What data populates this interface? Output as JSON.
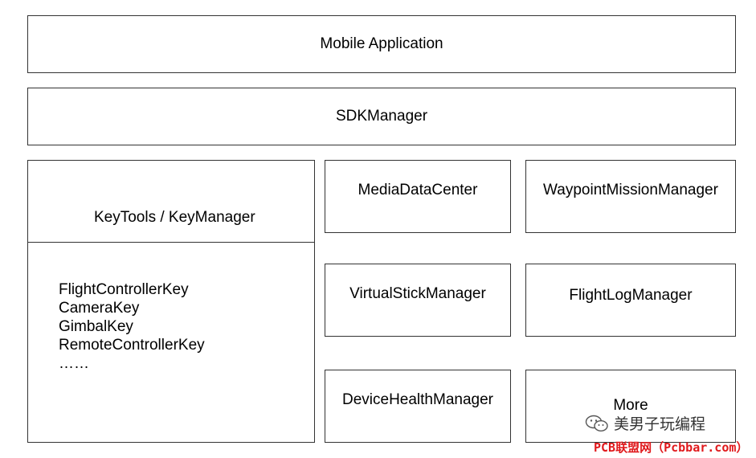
{
  "diagram": {
    "top_layers": {
      "mobile_application": "Mobile Application",
      "sdk_manager": "SDKManager"
    },
    "keytools": {
      "title": "KeyTools / KeyManager",
      "keys": [
        "FlightControllerKey",
        "CameraKey",
        "GimbalKey",
        "RemoteControllerKey",
        "……"
      ]
    },
    "managers": {
      "media_data_center": "MediaDataCenter",
      "waypoint_mission_manager": "WaypointMissionManager",
      "virtual_stick_manager": "VirtualStickManager",
      "flight_log_manager": "FlightLogManager",
      "device_health_manager": "DeviceHealthManager",
      "more": "More"
    }
  },
  "watermark": {
    "icon": "wechat-icon",
    "text": "美男子玩编程",
    "credit": "PCB联盟网（Pcbbar.com）",
    "credit_color": "#e0191c"
  }
}
